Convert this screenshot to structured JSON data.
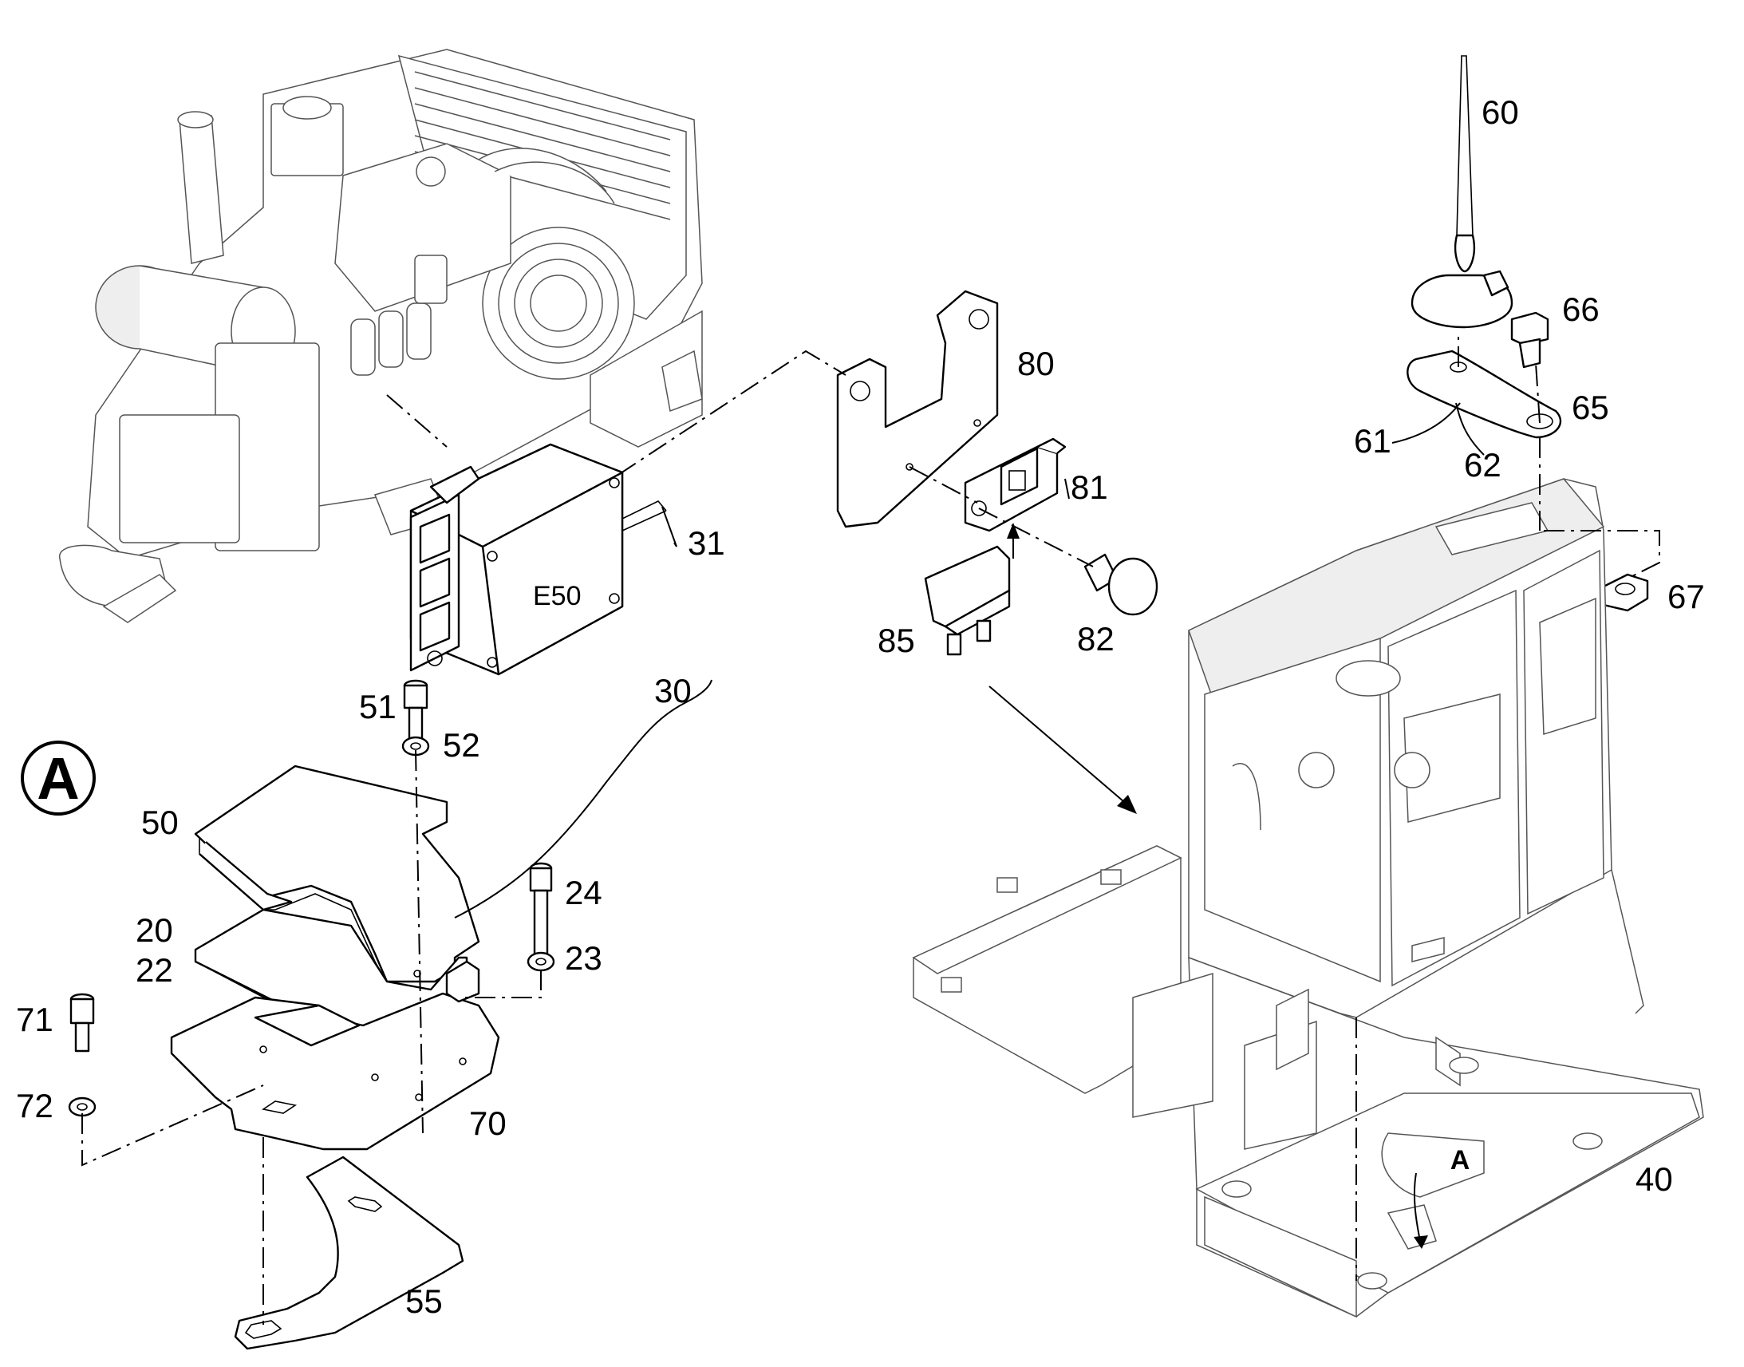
{
  "labels": {
    "p20": "20",
    "p22": "22",
    "p23": "23",
    "p24": "24",
    "p30": "30",
    "p31": "31",
    "p40": "40",
    "p50": "50",
    "p51": "51",
    "p52": "52",
    "p55": "55",
    "p60": "60",
    "p61": "61",
    "p62": "62",
    "p65": "65",
    "p66": "66",
    "p67": "67",
    "p70": "70",
    "p71": "71",
    "p72": "72",
    "p80": "80",
    "p81": "81",
    "p82": "82",
    "p85": "85"
  },
  "module_tag": "E50",
  "detail_marker": "A",
  "frame_marker": "A"
}
